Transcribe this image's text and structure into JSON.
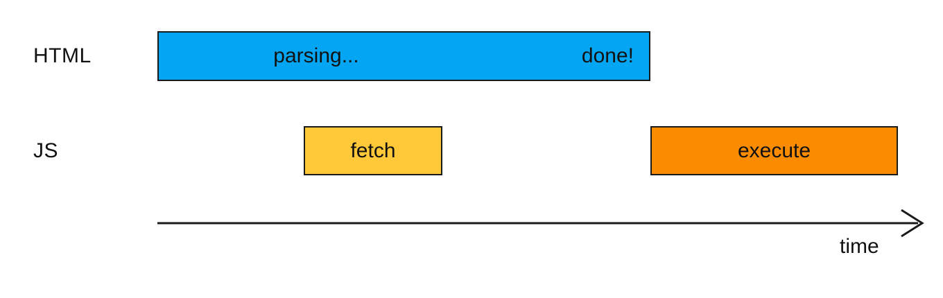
{
  "page": {
    "background": "#ffffff",
    "text_color": "#111111",
    "border_color": "#1a1a1a"
  },
  "rows": {
    "html": {
      "label": "HTML",
      "bar": {
        "label_parsing": "parsing...",
        "label_done": "done!",
        "color": "#04a6f4"
      }
    },
    "js": {
      "label": "JS",
      "fetch_bar": {
        "label": "fetch",
        "color": "#fec838"
      },
      "execute_bar": {
        "label": "execute",
        "color": "#fb8b00"
      }
    }
  },
  "axis": {
    "label": "time",
    "line_color": "#1a1a1a"
  }
}
